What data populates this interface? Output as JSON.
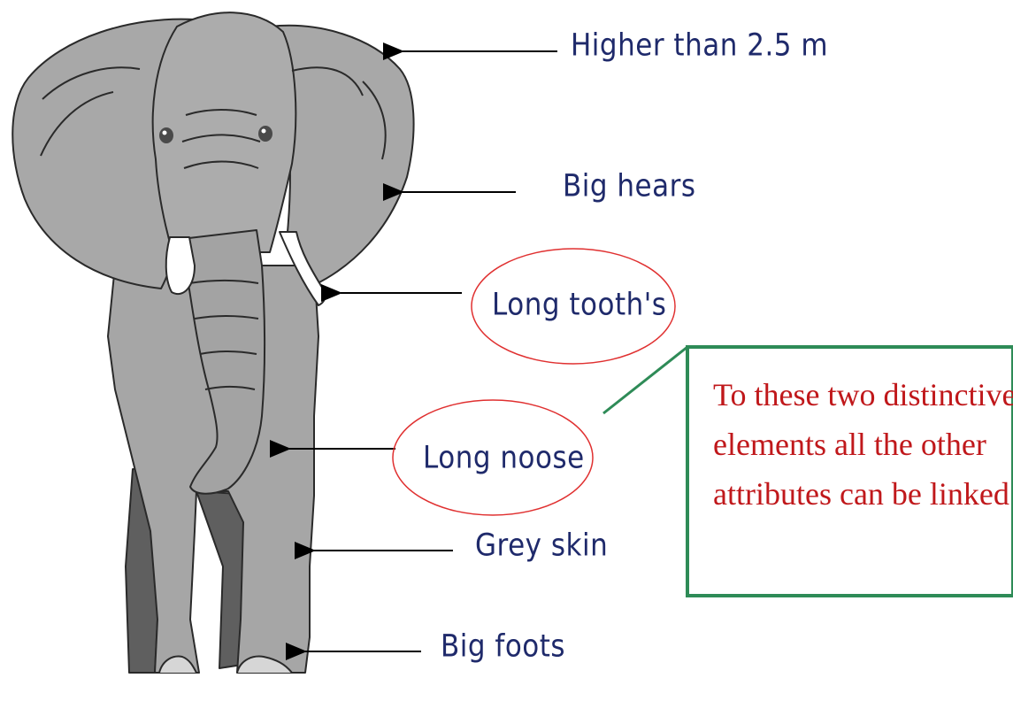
{
  "labels": {
    "height": "Higher than 2.5 m",
    "ears": "Big hears",
    "tusks": "Long tooth's",
    "trunk": "Long noose",
    "skin": "Grey skin",
    "feet": "Big foots"
  },
  "note": {
    "lines": [
      "To these two distinctive",
      "elements all the other",
      "attributes can be linked"
    ]
  },
  "colors": {
    "label_text": "#1f2a6b",
    "note_text": "#c0181b",
    "note_border": "#2e8b57",
    "ellipse": "#e03030",
    "elephant_body": "#a6a6a6",
    "elephant_dark": "#5f5f5f",
    "tusk": "#ffffff"
  },
  "icons": [
    "elephant-illustration",
    "arrow-left"
  ]
}
